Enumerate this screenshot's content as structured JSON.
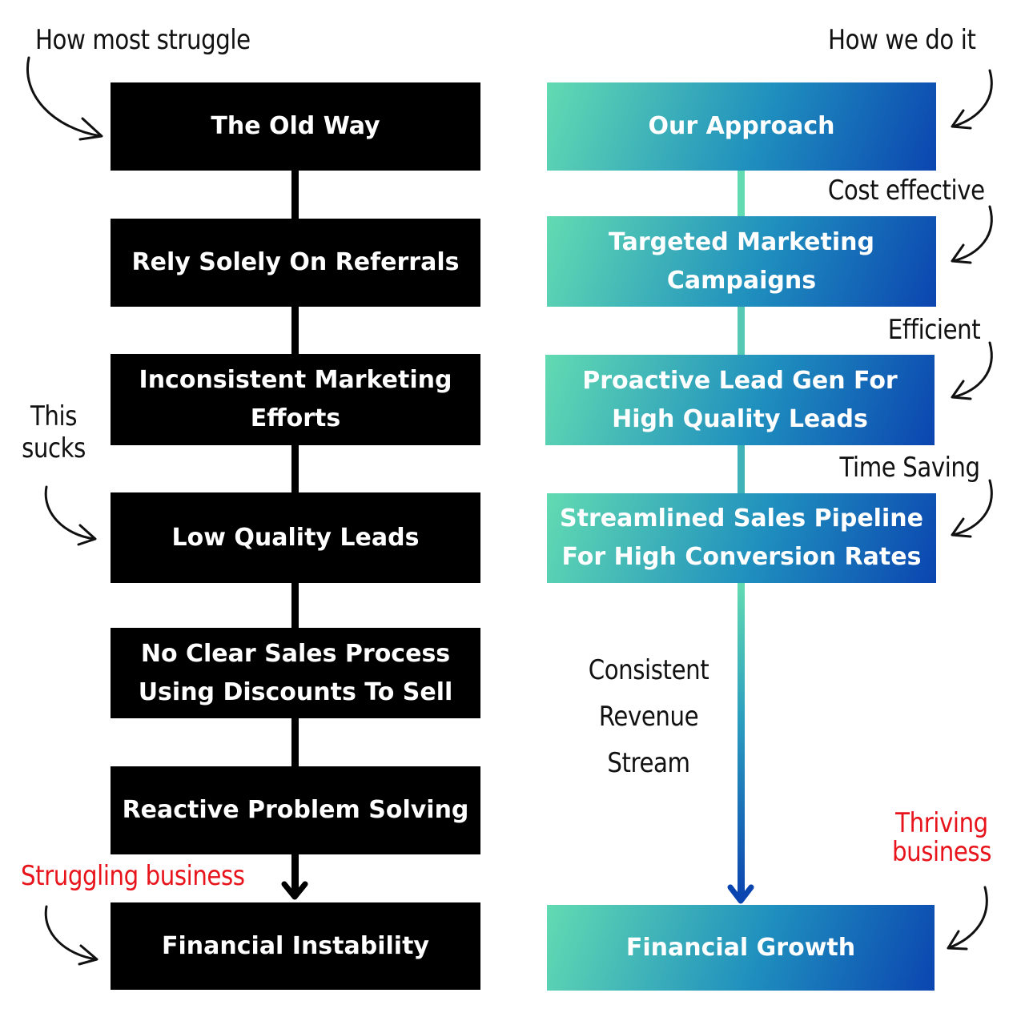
{
  "left_column": {
    "annotation": "How most struggle",
    "steps": [
      "The Old Way",
      "Rely Solely On Referrals",
      "Inconsistent Marketing Efforts",
      "Low Quality Leads",
      "No Clear Sales Process Using Discounts To Sell",
      "Reactive Problem Solving",
      "Financial Instability"
    ],
    "side_note_line1": "This",
    "side_note_line2": "sucks",
    "outcome_note": "Struggling business"
  },
  "right_column": {
    "annotation": "How we do it",
    "steps": [
      "Our Approach",
      "Targeted Marketing Campaigns",
      "Proactive Lead Gen For High Quality Leads",
      "Streamlined Sales Pipeline For High Conversion Rates",
      "Financial Growth"
    ],
    "benefit_notes": [
      "Cost effective",
      "Efficient",
      "Time Saving"
    ],
    "middle_note": [
      "Consistent",
      "Revenue",
      "Stream"
    ],
    "outcome_note_line1": "Thriving",
    "outcome_note_line2": "business"
  },
  "colors": {
    "old_box": "#000000",
    "new_gradient_start": "#62dbb2",
    "new_gradient_end": "#0b45b0",
    "note_red": "#e8141b"
  }
}
